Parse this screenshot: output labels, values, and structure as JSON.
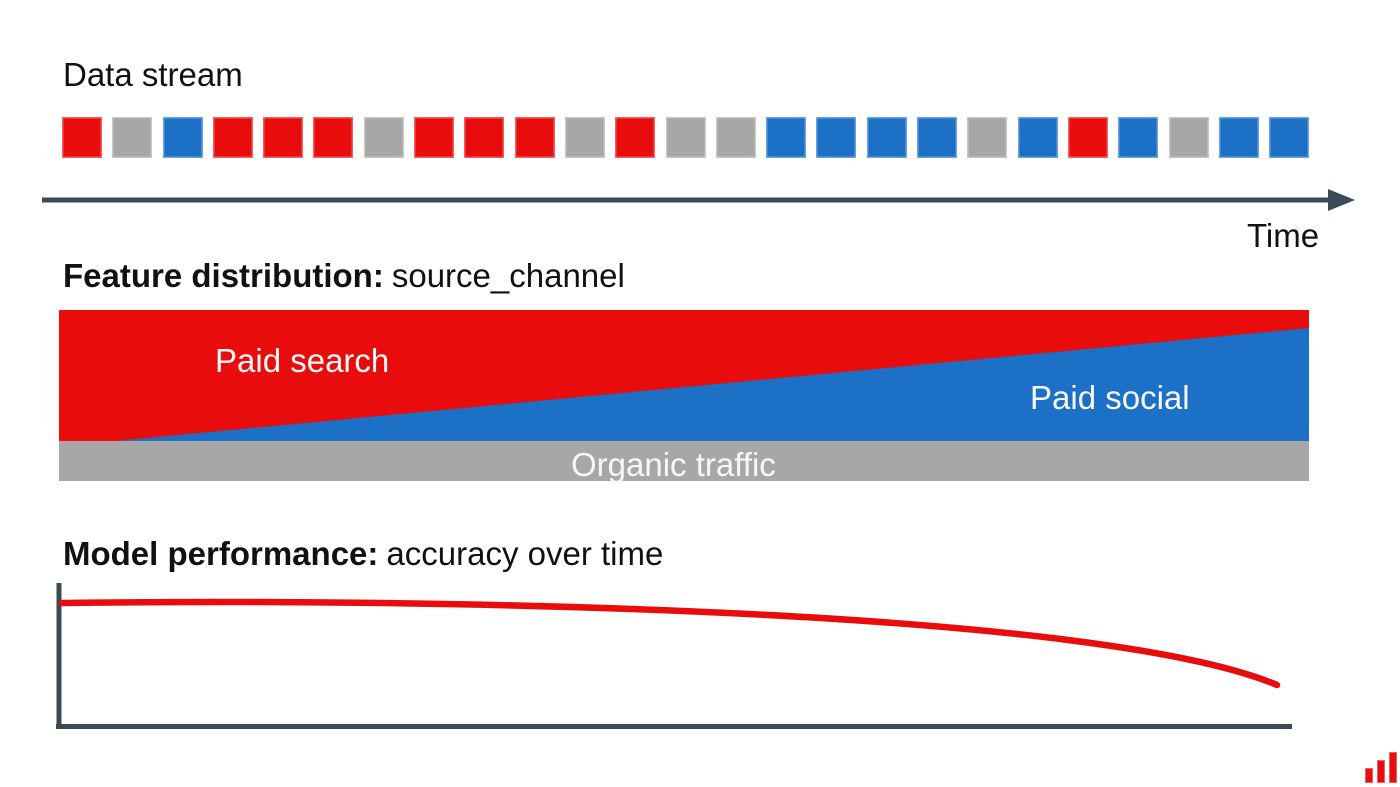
{
  "colors": {
    "red": "#e90c0c",
    "blue": "#1c70c5",
    "gray": "#a7a7a7",
    "slate": "#3c4956",
    "text": "#111111",
    "label_white": "#f7f7f7"
  },
  "data_stream": {
    "title": "Data stream",
    "squares": [
      "red",
      "gray",
      "blue",
      "red",
      "red",
      "red",
      "gray",
      "red",
      "red",
      "red",
      "gray",
      "red",
      "gray",
      "gray",
      "blue",
      "blue",
      "blue",
      "blue",
      "gray",
      "blue",
      "red",
      "blue",
      "gray",
      "blue",
      "blue"
    ]
  },
  "timeline": {
    "label": "Time"
  },
  "feature_distribution": {
    "title_bold": "Feature distribution:",
    "title_regular": "source_channel",
    "labels": {
      "paid_search": "Paid search",
      "paid_social": "Paid social",
      "organic_traffic": "Organic traffic"
    }
  },
  "model_performance": {
    "title_bold": "Model performance:",
    "title_regular": "accuracy over time"
  },
  "chart_data": [
    {
      "type": "area",
      "title": "Feature distribution: source_channel",
      "series": [
        {
          "name": "Paid search",
          "color": "#e90c0c",
          "trend": "share shrinks from ~100% of top band at left to thin sliver at right"
        },
        {
          "name": "Paid social",
          "color": "#1c70c5",
          "trend": "share grows from 0 at left to dominant at right"
        },
        {
          "name": "Organic traffic",
          "color": "#a7a7a7",
          "trend": "constant bottom band"
        }
      ],
      "xlabel": "Time (implied)",
      "legend_position": "labels inside areas"
    },
    {
      "type": "line",
      "title": "Model performance: accuracy over time",
      "series": [
        {
          "name": "accuracy",
          "color": "#e90c0c",
          "trend": "nearly flat at start, accelerating decline toward the right"
        }
      ],
      "axes": "unlabeled schematic axes"
    }
  ]
}
